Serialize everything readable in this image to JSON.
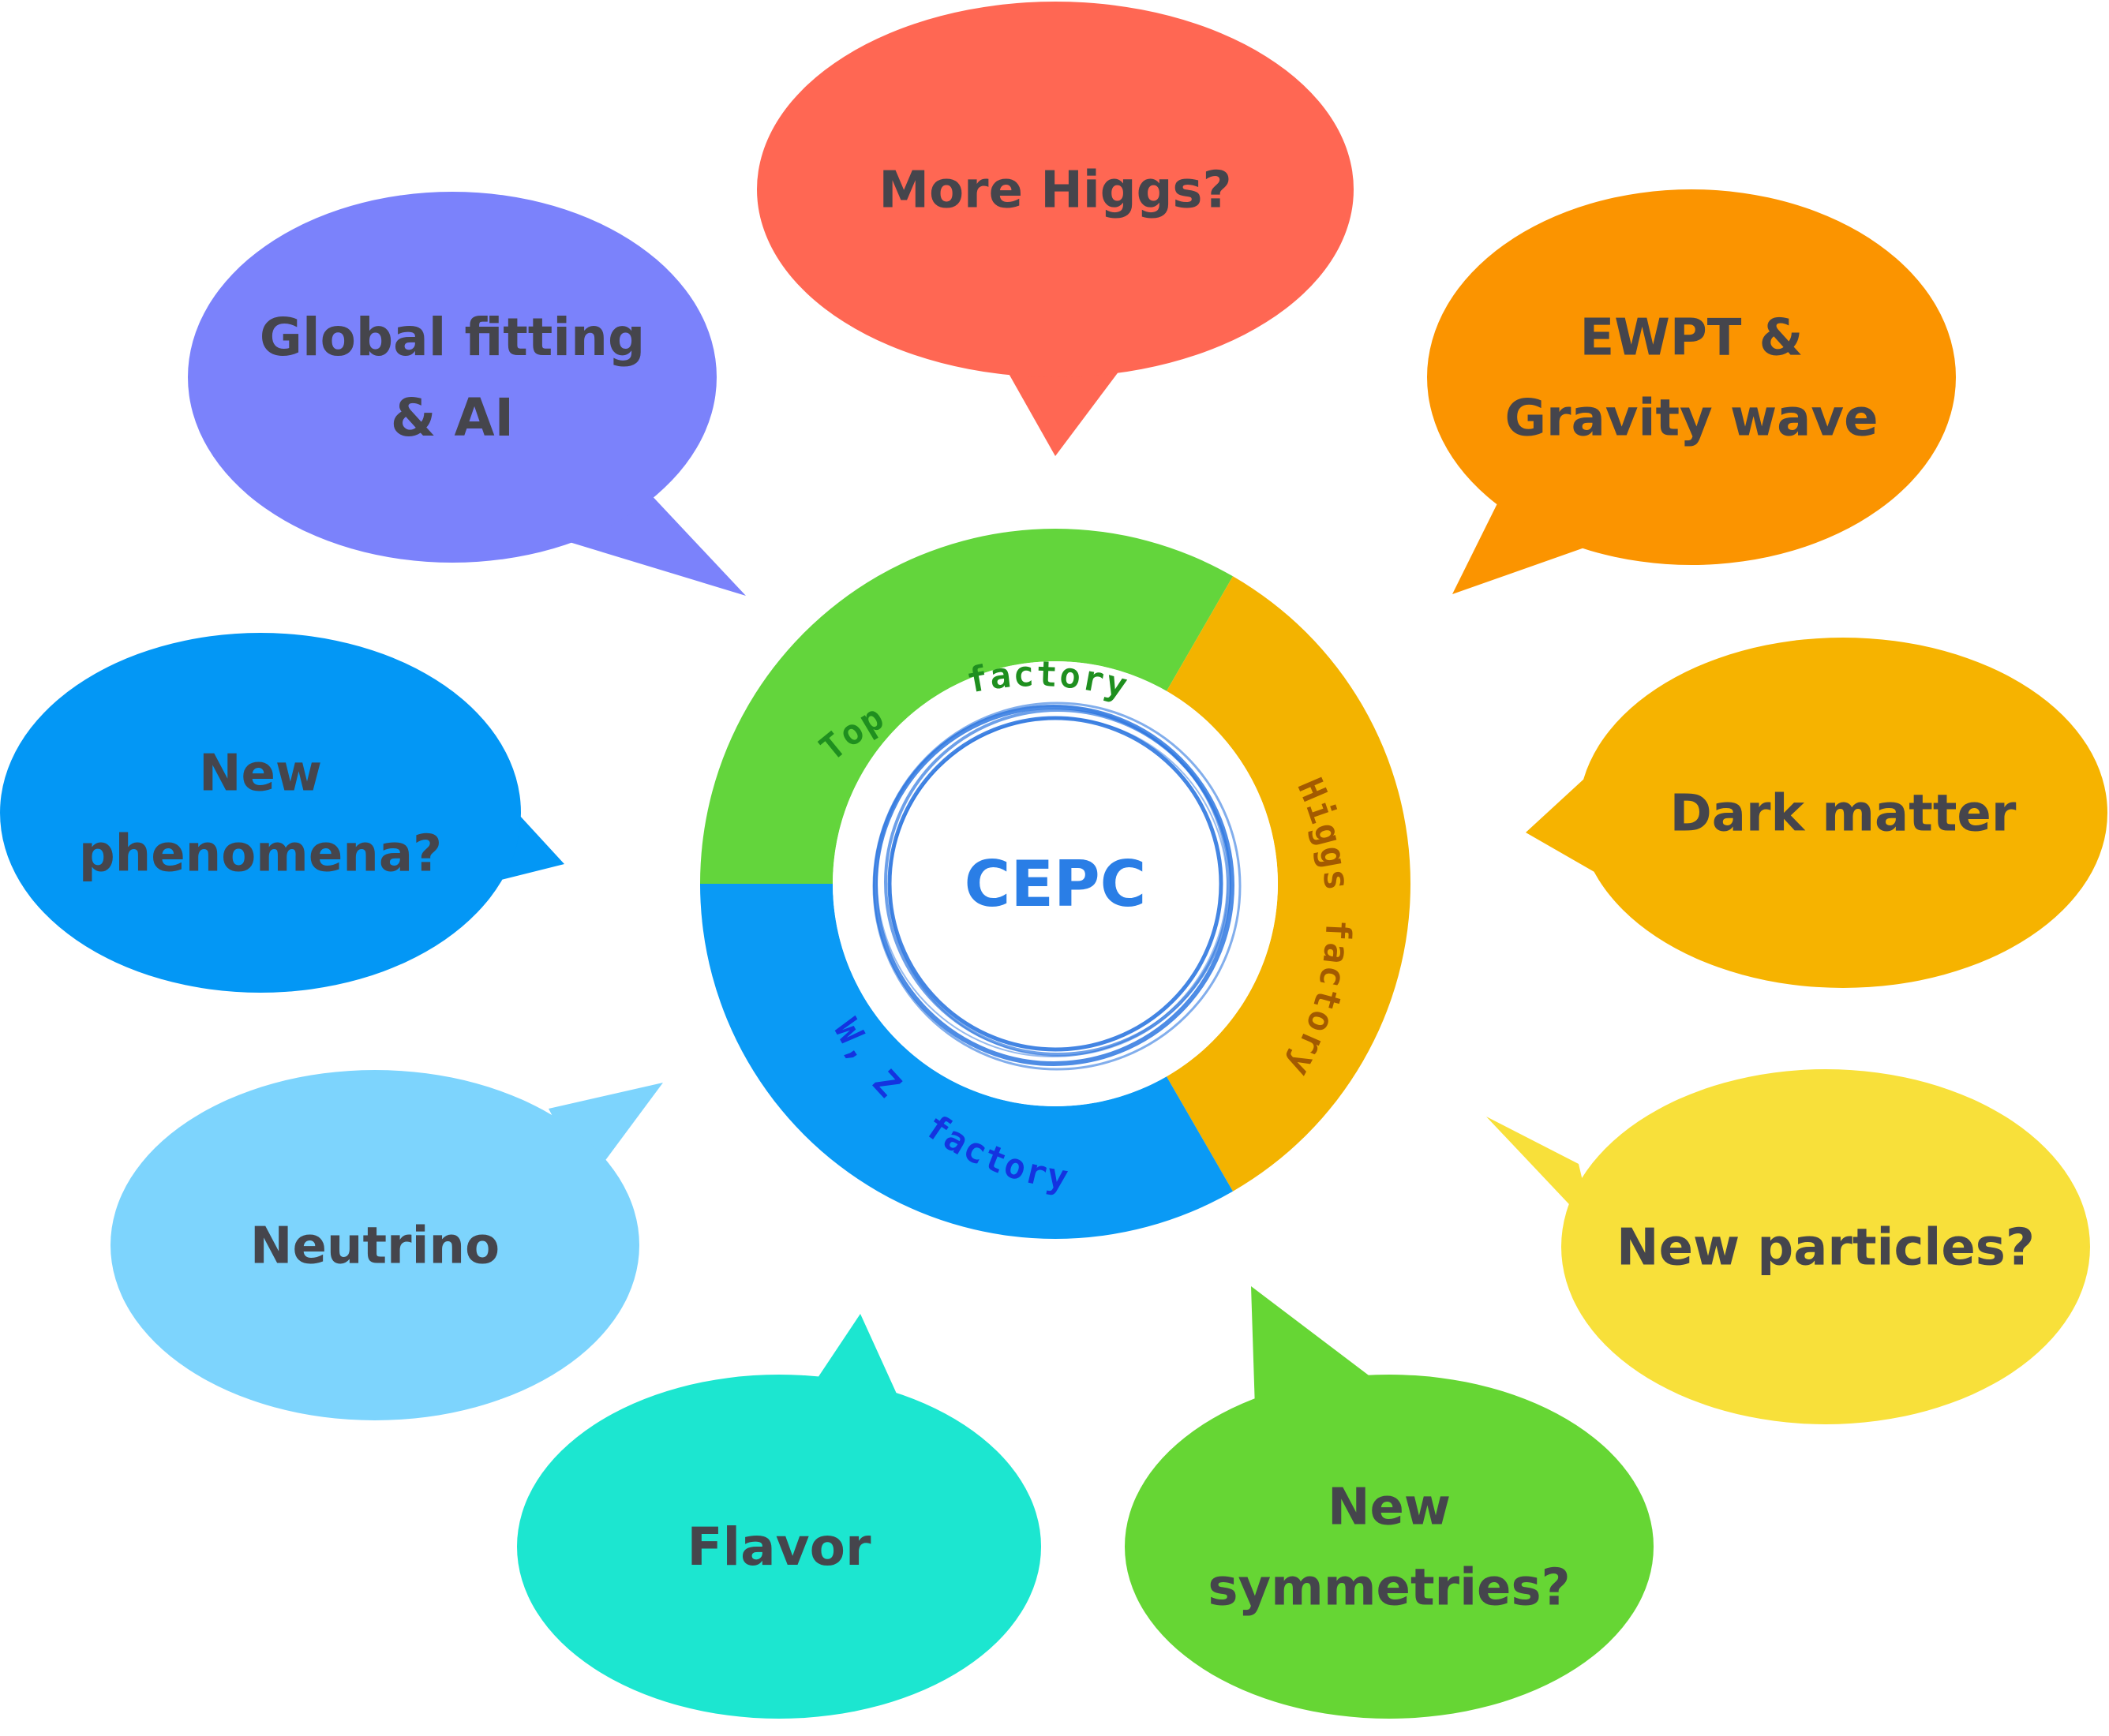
{
  "center": {
    "title": "CEPC",
    "title_color": "#2a7ee6",
    "ring_color": "#2f78e0"
  },
  "factories": [
    {
      "label_a": "Top",
      "label_b": "factory",
      "color": "#63d53c",
      "text_color": "#1f8f1f"
    },
    {
      "label_a": "Higgs",
      "label_b": "factory",
      "color": "#f3b300",
      "text_color": "#a35a00"
    },
    {
      "label_a": "W, Z",
      "label_b": "factory",
      "color": "#0a9af5",
      "text_color": "#1433e0"
    }
  ],
  "bubbles": [
    {
      "id": "more-higgs",
      "lines": [
        "More Higgs?"
      ],
      "color": "#ff6753"
    },
    {
      "id": "ewpt-gravity-wave",
      "lines": [
        "EWPT &",
        "Gravity wave"
      ],
      "color": "#fb9400"
    },
    {
      "id": "dark-matter",
      "lines": [
        "Dark matter"
      ],
      "color": "#f6b300"
    },
    {
      "id": "new-particles",
      "lines": [
        "New particles?"
      ],
      "color": "#f8e03a"
    },
    {
      "id": "new-symmetries",
      "lines": [
        "New",
        "symmetries?"
      ],
      "color": "#66d634"
    },
    {
      "id": "flavor",
      "lines": [
        "Flavor"
      ],
      "color": "#1ce6d0"
    },
    {
      "id": "neutrino",
      "lines": [
        "Neutrino"
      ],
      "color": "#7dd4fd"
    },
    {
      "id": "new-phenomena",
      "lines": [
        "New",
        "phenomena?"
      ],
      "color": "#0397f5"
    },
    {
      "id": "global-fitting-ai",
      "lines": [
        "Global fitting",
        "& AI"
      ],
      "color": "#7b82fb"
    }
  ]
}
